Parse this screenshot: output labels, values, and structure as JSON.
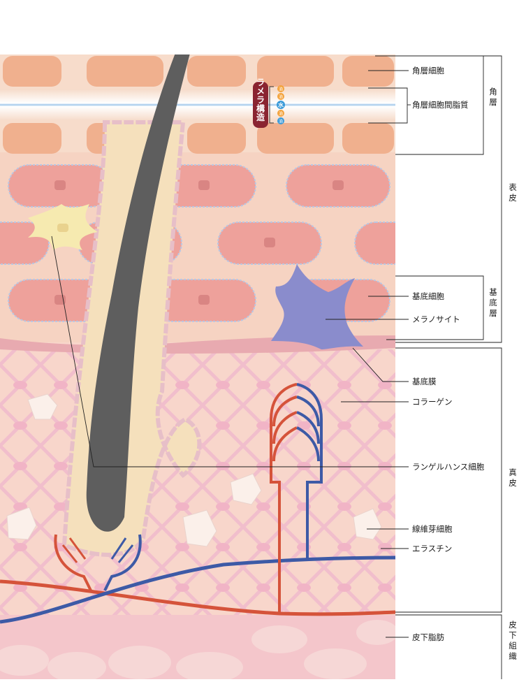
{
  "labels": {
    "corneocyte": "角層細胞",
    "intercellular_lipid": "角層細胞間脂質",
    "basal_cell": "基底細胞",
    "melanocyte": "メラノサイト",
    "basement_membrane": "基底膜",
    "collagen": "コラーゲン",
    "langerhans": "ランゲルハンス細胞",
    "fibroblast": "線維芽細胞",
    "elastin": "エラスチン",
    "subcutaneous_fat": "皮下脂肪"
  },
  "layers": {
    "stratum_corneum": "角層",
    "epidermis": "表皮",
    "basal_layer": "基底層",
    "dermis": "真皮",
    "subcutis": "皮下組織"
  },
  "lamellar": {
    "title": "ラメラ構造",
    "oil": "油",
    "water": "水"
  },
  "colors": {
    "corneum_bg": "#f7d9c6",
    "corneocyte": "#f0b08e",
    "epidermis_bg": "#f6d3c2",
    "cell": "#eea19b",
    "dermis_bg": "#f8d5ca",
    "hair": "#606060",
    "artery": "#d5533a",
    "vein": "#3d5aa6",
    "melanocyte": "#8a8ccc",
    "langerhans": "#f6eab0",
    "lamellar_badge": "#8a2431",
    "fat": "#f3cfd0"
  }
}
